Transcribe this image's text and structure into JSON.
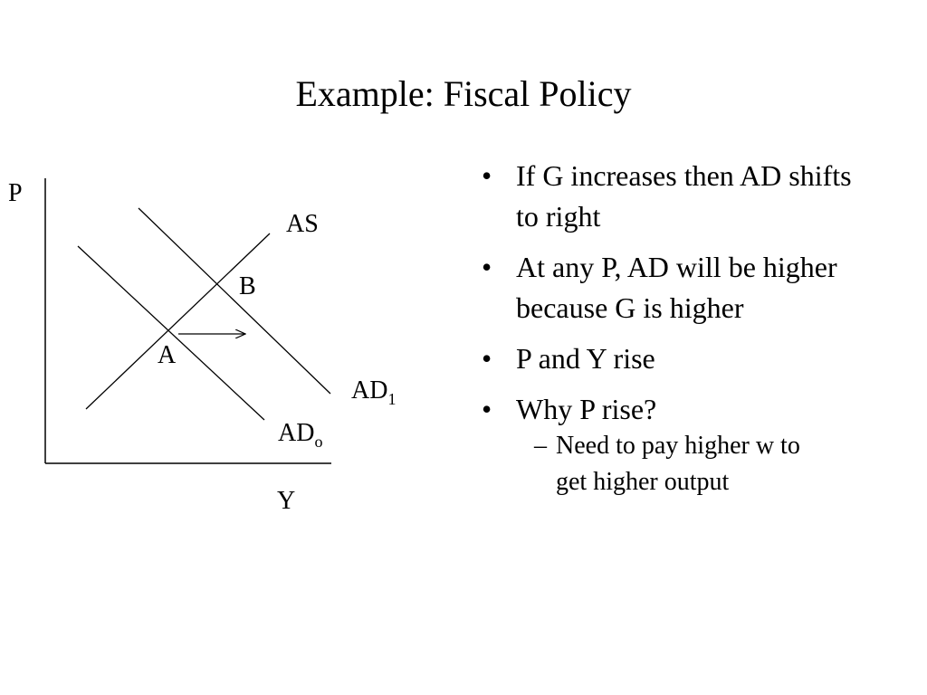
{
  "slide": {
    "title": "Example: Fiscal Policy"
  },
  "diagram": {
    "y_axis_label": "P",
    "x_axis_label": "Y",
    "curves": {
      "as_label": "AS",
      "ad0_label": "AD",
      "ad0_subscript": "o",
      "ad1_label": "AD",
      "ad1_subscript": "1"
    },
    "points": {
      "a_label": "A",
      "b_label": "B"
    }
  },
  "bullets": [
    {
      "marker": "•",
      "text": "If G increases then AD shifts to right"
    },
    {
      "marker": "•",
      "text": "At any P, AD will be higher because G is higher"
    },
    {
      "marker": "•",
      "text": "P and Y rise"
    },
    {
      "marker": "•",
      "text": "Why P rise?"
    }
  ],
  "sub_bullets": [
    {
      "marker": "–",
      "text": "Need to pay higher w to get higher output"
    }
  ]
}
